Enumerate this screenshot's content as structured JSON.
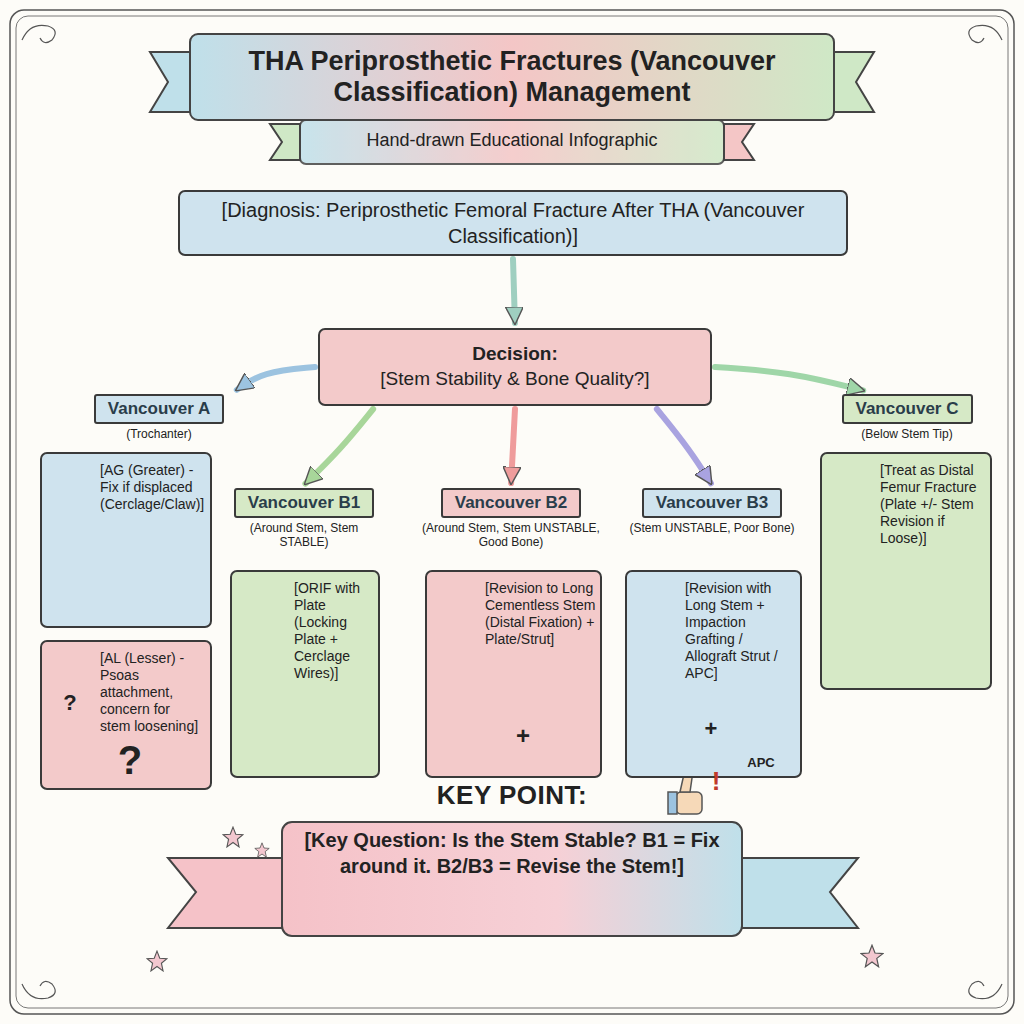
{
  "diagram": {
    "title": "THA Periprosthetic Fractures (Vancouver Classification) Management",
    "nodes": [
      {
        "text": [
          "[Diagnosis: Periprosthetic Femoral Fracture After THA (Vancouver Classification)]"
        ]
      },
      {
        "text": [
          "Decision:",
          "[Stem Stability & Bone Quality?]"
        ]
      },
      {
        "text": [
          "Vancouver A",
          "(Trochanter)"
        ]
      },
      {
        "text": [
          "[AG (Greater) - Fix if displaced (Cerclage/Claw)]"
        ]
      },
      {
        "text": [
          "[AL (Lesser) - Psoas attachment, concern for stem loosening]"
        ]
      },
      {
        "text": [
          "Vancouver B1",
          "(Around Stem, Stem STABLE)"
        ]
      },
      {
        "text": [
          "[ORIF with Plate (Locking Plate + Cerclage Wires)]"
        ]
      },
      {
        "text": [
          "Vancouver B2",
          "(Around Stem, Stem UNSTABLE, Good Bone)"
        ]
      },
      {
        "text": [
          "[Revision to Long Cementless Stem (Distal Fixation) + Plate/Strut]"
        ]
      },
      {
        "text": [
          "Vancouver B3",
          "(Stem UNSTABLE, Poor Bone)"
        ]
      },
      {
        "text": [
          "[Revision with Long Stem + Impaction Grafting / Allograft Strut / APC]"
        ]
      },
      {
        "text": [
          "Vancouver C",
          "(Below Stem Tip)"
        ]
      },
      {
        "text": [
          "[Treat as Distal Femur Fracture (Plate +/- Stem Revision if Loose)]"
        ]
      },
      {
        "text": [
          "KEY POINT:",
          "[Key Question: Is the Stem Stable? B1 = Fix around it. B2/B3 = Revise the Stem!]"
        ]
      }
    ],
    "edges": [
      {
        "from": 0,
        "to": 1,
        "arrow": "to"
      },
      {
        "from": 1,
        "to": 2,
        "arrow": "to"
      },
      {
        "from": 1,
        "to": 5,
        "arrow": "to"
      },
      {
        "from": 1,
        "to": 7,
        "arrow": "to"
      },
      {
        "from": 1,
        "to": 9,
        "arrow": "to"
      },
      {
        "from": 1,
        "to": 11,
        "arrow": "to"
      }
    ],
    "labels": [
      "Hand-drawn Educational Infographic",
      "?",
      "?",
      "+",
      "+",
      "APC",
      "!"
    ]
  }
}
